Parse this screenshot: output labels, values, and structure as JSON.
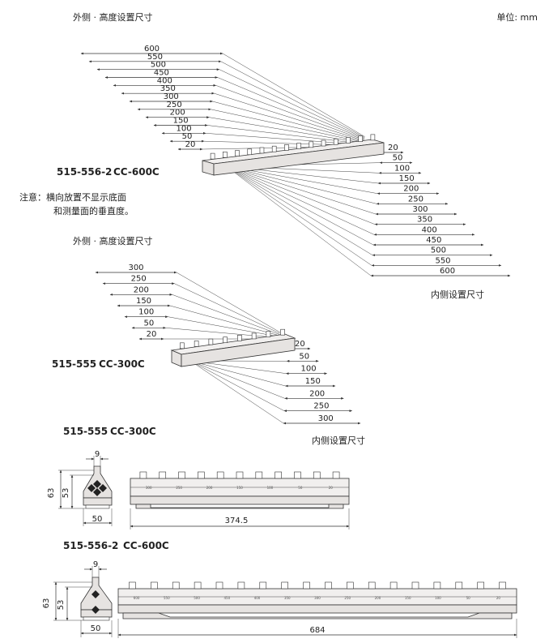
{
  "unit": "单位: mm",
  "cc600": {
    "outer_title": "外侧 · 高度设置尺寸",
    "inner_title": "内侧设置尺寸",
    "model": "515-556-2",
    "code": "CC-600C",
    "outer_labels": [
      "600",
      "550",
      "500",
      "450",
      "400",
      "350",
      "300",
      "250",
      "200",
      "150",
      "100",
      "50",
      "20"
    ],
    "inner_labels": [
      "20",
      "50",
      "100",
      "150",
      "200",
      "250",
      "300",
      "350",
      "400",
      "450",
      "500",
      "550",
      "600"
    ]
  },
  "note": {
    "line1": "注意：横向放置不显示底面",
    "line2": "和测量面的垂直度。"
  },
  "cc300": {
    "outer_title": "外侧 · 高度设置尺寸",
    "inner_title": "内侧设置尺寸",
    "model": "515-555",
    "code": "CC-300C",
    "outer_labels": [
      "300",
      "250",
      "200",
      "150",
      "100",
      "50",
      "20"
    ],
    "inner_labels": [
      "20",
      "50",
      "100",
      "150",
      "200",
      "250",
      "300"
    ]
  },
  "ortho300": {
    "model": "515-555",
    "code": "CC-300C",
    "dim_width": "9",
    "dim_height_total": "63",
    "dim_height_inner": "53",
    "dim_base": "50",
    "dim_length": "374.5",
    "scale_marks": [
      "20",
      "50",
      "100",
      "150",
      "200",
      "250",
      "300"
    ]
  },
  "ortho600": {
    "model": "515-556-2",
    "code": "CC-600C",
    "dim_width": "9",
    "dim_height_total": "63",
    "dim_height_inner": "53",
    "dim_base": "50",
    "dim_length": "684",
    "scale_marks": [
      "20",
      "50",
      "100",
      "150",
      "200",
      "250",
      "300",
      "350",
      "400",
      "450",
      "500",
      "550",
      "600"
    ]
  }
}
